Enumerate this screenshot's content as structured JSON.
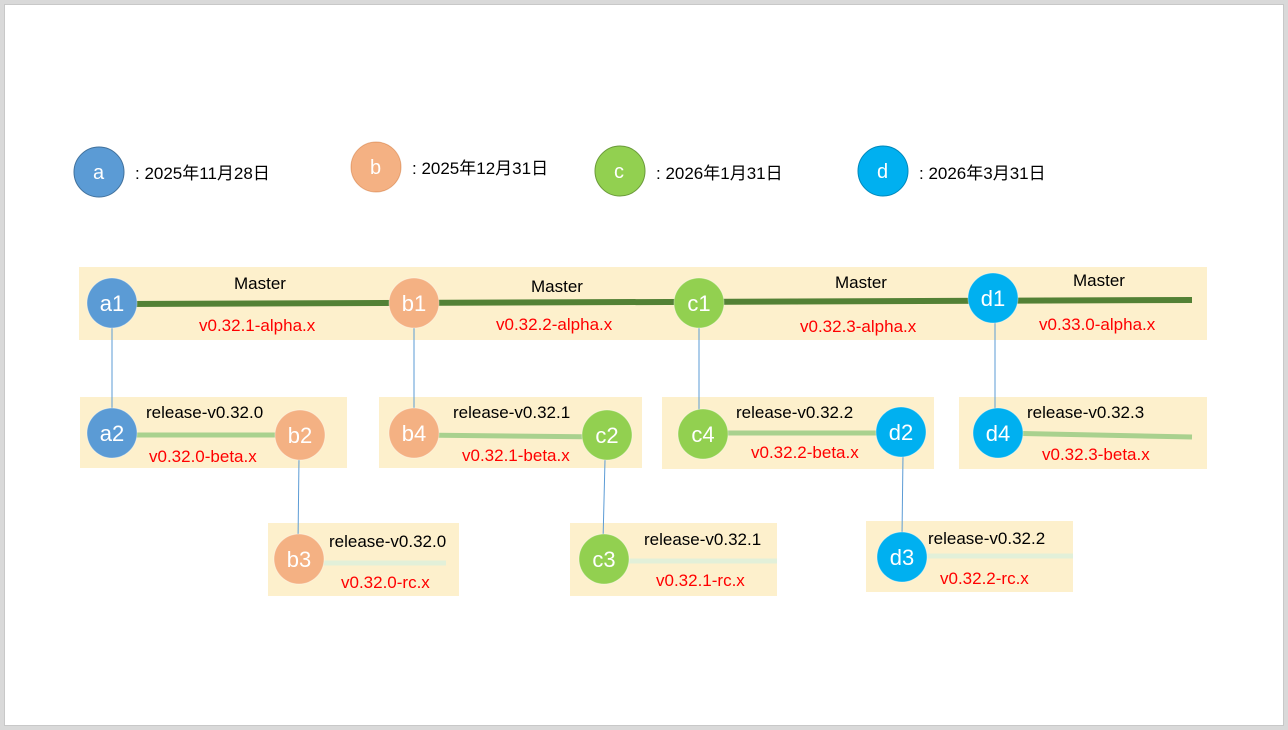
{
  "colors": {
    "a": "#5b9bd5",
    "b": "#f4b183",
    "c": "#92d050",
    "d": "#00b0f0",
    "band": "#fdf0cc",
    "master_line": "#538135",
    "release_line": "#a9d18e",
    "rc_line": "#e2f0d9",
    "connector": "#5b9bd5",
    "version_text": "#ff0000"
  },
  "legend": [
    {
      "letter": "a",
      "date": ": 2025年11月28日",
      "color_key": "a"
    },
    {
      "letter": "b",
      "date": ": 2025年12月31日",
      "color_key": "b"
    },
    {
      "letter": "c",
      "date": ": 2026年1月31日",
      "color_key": "c"
    },
    {
      "letter": "d",
      "date": ": 2026年3月31日",
      "color_key": "d"
    }
  ],
  "nodes": {
    "a1": {
      "label": "a1",
      "color_key": "a"
    },
    "b1": {
      "label": "b1",
      "color_key": "b"
    },
    "c1": {
      "label": "c1",
      "color_key": "c"
    },
    "d1": {
      "label": "d1",
      "color_key": "d"
    },
    "a2": {
      "label": "a2",
      "color_key": "a"
    },
    "b2": {
      "label": "b2",
      "color_key": "b"
    },
    "b4": {
      "label": "b4",
      "color_key": "b"
    },
    "c2": {
      "label": "c2",
      "color_key": "c"
    },
    "c4": {
      "label": "c4",
      "color_key": "c"
    },
    "d2": {
      "label": "d2",
      "color_key": "d"
    },
    "d4": {
      "label": "d4",
      "color_key": "d"
    },
    "b3": {
      "label": "b3",
      "color_key": "b"
    },
    "c3": {
      "label": "c3",
      "color_key": "c"
    },
    "d3": {
      "label": "d3",
      "color_key": "d"
    }
  },
  "master": {
    "segments": [
      {
        "branch": "Master",
        "version": "v0.32.1-alpha.x"
      },
      {
        "branch": "Master",
        "version": "v0.32.2-alpha.x"
      },
      {
        "branch": "Master",
        "version": "v0.32.3-alpha.x"
      },
      {
        "branch": "Master",
        "version": "v0.33.0-alpha.x"
      }
    ]
  },
  "release": [
    {
      "branch": "release-v0.32.0",
      "version": "v0.32.0-beta.x"
    },
    {
      "branch": "release-v0.32.1",
      "version": "v0.32.1-beta.x"
    },
    {
      "branch": "release-v0.32.2",
      "version": "v0.32.2-beta.x"
    },
    {
      "branch": "release-v0.32.3",
      "version": "v0.32.3-beta.x"
    }
  ],
  "rc": [
    {
      "branch": "release-v0.32.0",
      "version": "v0.32.0-rc.x"
    },
    {
      "branch": "release-v0.32.1",
      "version": "v0.32.1-rc.x"
    },
    {
      "branch": "release-v0.32.2",
      "version": "v0.32.2-rc.x"
    }
  ]
}
